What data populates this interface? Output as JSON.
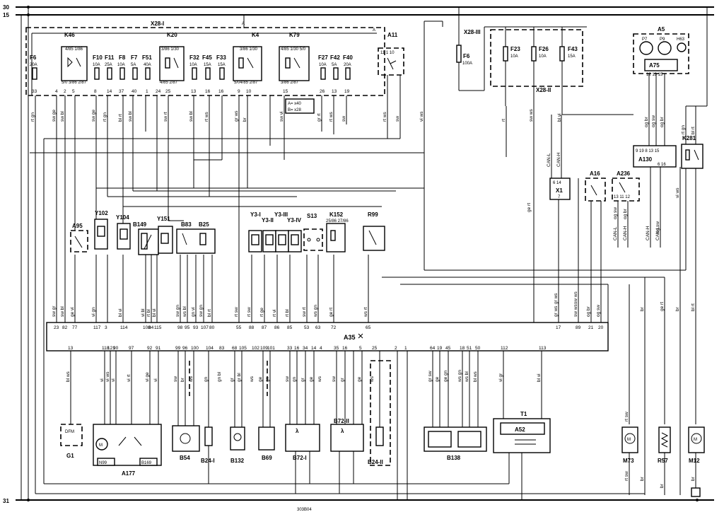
{
  "rails": {
    "r30": "30",
    "r15": "15",
    "r31": "31"
  },
  "connectors": {
    "x28_1": "X28-I",
    "x28_2": "X28-II",
    "x28_3": "X28-III",
    "x1": "X1",
    "legend_a": "A= x40",
    "legend_b": "B= x28"
  },
  "footer": {
    "code": "303B04"
  },
  "ecu": {
    "name": "A35"
  },
  "fuse_box_top": [
    {
      "id": "F6",
      "amp": "20A",
      "pin": "33"
    },
    {
      "id": "F10",
      "amp": "10A",
      "pin": "8"
    },
    {
      "id": "F11",
      "amp": "25A",
      "pin": "14"
    },
    {
      "id": "F8",
      "amp": "10A",
      "pin": "37"
    },
    {
      "id": "F7",
      "amp": "5A",
      "pin": "40"
    },
    {
      "id": "F51",
      "amp": "40A",
      "pin": "1"
    },
    {
      "id": "F32",
      "amp": "10A",
      "pin": "13"
    },
    {
      "id": "F45",
      "amp": "15A",
      "pin": "16"
    },
    {
      "id": "F33",
      "amp": "15A",
      "pin": "16"
    },
    {
      "id": "F27",
      "amp": "10A",
      "pin": "26"
    },
    {
      "id": "F42",
      "amp": "5A",
      "pin": "13"
    },
    {
      "id": "F40",
      "amp": "20A",
      "pin": "19"
    }
  ],
  "fuse_box_right": [
    {
      "id": "F23",
      "amp": "10A"
    },
    {
      "id": "F26",
      "amp": "10A"
    },
    {
      "id": "F43",
      "amp": "15A"
    }
  ],
  "fuse_f6_x28": {
    "id": "F6",
    "amp": "100A"
  },
  "relays": {
    "k46": "K46",
    "k20": "K20",
    "k4": "K4",
    "k79": "K79",
    "k152": "K152",
    "k281": "K281"
  },
  "modules_top": {
    "a11": "A11",
    "a5": "A5",
    "p7": "P7",
    "p9": "P9",
    "h63": "H63",
    "a75": "A75",
    "a130": "A130",
    "a16": "A16",
    "a236": "A236"
  },
  "mid_components": [
    {
      "id": "A95"
    },
    {
      "id": "Y102"
    },
    {
      "id": "Y104"
    },
    {
      "id": "B149"
    },
    {
      "id": "Y151"
    },
    {
      "id": "B83"
    },
    {
      "id": "B25"
    },
    {
      "id": "Y3-I"
    },
    {
      "id": "Y3-II"
    },
    {
      "id": "Y3-III"
    },
    {
      "id": "Y3-IV"
    },
    {
      "id": "S13"
    },
    {
      "id": "R99"
    }
  ],
  "bottom_components": [
    {
      "id": "G1"
    },
    {
      "id": "A177"
    },
    {
      "id": "N99"
    },
    {
      "id": "B169"
    },
    {
      "id": "B54"
    },
    {
      "id": "B24-I"
    },
    {
      "id": "B132"
    },
    {
      "id": "B69"
    },
    {
      "id": "B72-I"
    },
    {
      "id": "B72-II"
    },
    {
      "id": "B24-II"
    },
    {
      "id": "B138"
    },
    {
      "id": "T1"
    },
    {
      "id": "A52"
    },
    {
      "id": "M73"
    },
    {
      "id": "R57"
    },
    {
      "id": "M12"
    }
  ],
  "ecu_pins_top": [
    {
      "pin": "23",
      "color": "sw gr"
    },
    {
      "pin": "82",
      "color": "sw bl"
    },
    {
      "pin": "77",
      "color": "ge vi"
    },
    {
      "pin": "117",
      "color": "vi gn"
    },
    {
      "pin": "3",
      "color": ""
    },
    {
      "pin": "114",
      "color": "bl vi"
    },
    {
      "pin": "108",
      "color": "vi bl"
    },
    {
      "pin": "84",
      "color": "rt bl"
    },
    {
      "pin": "115",
      "color": "bl vi"
    },
    {
      "pin": "98",
      "color": "sw gn"
    },
    {
      "pin": "95",
      "color": "ws bl"
    },
    {
      "pin": "93",
      "color": "gn vi"
    },
    {
      "pin": "107",
      "color": "sw gn"
    },
    {
      "pin": "80",
      "color": "bl rt"
    },
    {
      "pin": "55",
      "color": "rt sw"
    },
    {
      "pin": "88",
      "color": "rt sw"
    },
    {
      "pin": "87",
      "color": "rt ge"
    },
    {
      "pin": "86",
      "color": "rt vi"
    },
    {
      "pin": "85",
      "color": "rt bl"
    },
    {
      "pin": "53",
      "color": "sw rt"
    },
    {
      "pin": "63",
      "color": "ws gn"
    },
    {
      "pin": "72",
      "color": "ge rt"
    },
    {
      "pin": "65",
      "color": "ws rt"
    },
    {
      "pin": "17",
      "color": "gr ws"
    },
    {
      "pin": "89",
      "color": "sw ws"
    },
    {
      "pin": "21",
      "color": "og br"
    },
    {
      "pin": "20",
      "color": "og sw"
    }
  ],
  "ecu_pins_bottom": [
    {
      "pin": "13",
      "color": "bl ws"
    },
    {
      "pin": "118",
      "color": "vi"
    },
    {
      "pin": "121",
      "color": "vi ws"
    },
    {
      "pin": "90",
      "color": "vi"
    },
    {
      "pin": "97",
      "color": "vi rt"
    },
    {
      "pin": "92",
      "color": "vi ge"
    },
    {
      "pin": "91",
      "color": "vi"
    },
    {
      "pin": "99",
      "color": "sw"
    },
    {
      "pin": "96",
      "color": "br"
    },
    {
      "pin": "100",
      "color": "ws"
    },
    {
      "pin": "104",
      "color": "gn"
    },
    {
      "pin": "83",
      "color": "gn bl"
    },
    {
      "pin": "68",
      "color": "gr"
    },
    {
      "pin": "105",
      "color": "gr bl"
    },
    {
      "pin": "102",
      "color": "ws"
    },
    {
      "pin": "109",
      "color": "ge"
    },
    {
      "pin": "101",
      "color": "gn"
    },
    {
      "pin": "33",
      "color": "sw"
    },
    {
      "pin": "16",
      "color": "gn"
    },
    {
      "pin": "34",
      "color": "gr"
    },
    {
      "pin": "14",
      "color": "ge"
    },
    {
      "pin": "4",
      "color": "ws"
    },
    {
      "pin": "35",
      "color": "sw"
    },
    {
      "pin": "16b",
      "color": "gr"
    },
    {
      "pin": "5",
      "color": "ge"
    },
    {
      "pin": "25",
      "color": "ws"
    },
    {
      "pin": "2",
      "color": ""
    },
    {
      "pin": "1",
      "color": ""
    },
    {
      "pin": "64",
      "color": "gr sw"
    },
    {
      "pin": "19",
      "color": "ge"
    },
    {
      "pin": "45",
      "color": "ge gn"
    },
    {
      "pin": "18",
      "color": "ws gn"
    },
    {
      "pin": "51",
      "color": "ws bl"
    },
    {
      "pin": "50",
      "color": "bl ws"
    },
    {
      "pin": "112",
      "color": "vi gr"
    },
    {
      "pin": "113",
      "color": "bl vi"
    }
  ],
  "wire_labels_left": [
    "rt gn",
    "sw ge",
    "sw bl",
    "sw ge",
    "rt gn",
    "bl rt",
    "sw bl",
    "sw rt",
    "sw bl",
    "rt ws",
    "gr ws",
    "br",
    "sw vi",
    "gr rt",
    "rt ws",
    "sw",
    "rt ws",
    "sw",
    "vi ws",
    "rt",
    "sw ws",
    "bl vi"
  ],
  "wire_labels_right": [
    "og br",
    "og sw",
    "og br",
    "og sw",
    "og br",
    "og sw",
    "CAN-L",
    "CAN-H",
    "CAN-L",
    "CAN-H",
    "CAN-H",
    "CAN-L",
    "sw ws",
    "gr ws",
    "ge rt",
    "rt gn",
    "bl rt",
    "vi ws"
  ],
  "wire_labels_bottom_right": [
    "rt sw",
    "br",
    "ge rt",
    "br",
    "bl rt",
    "br",
    "rt sw",
    "br",
    "br"
  ]
}
